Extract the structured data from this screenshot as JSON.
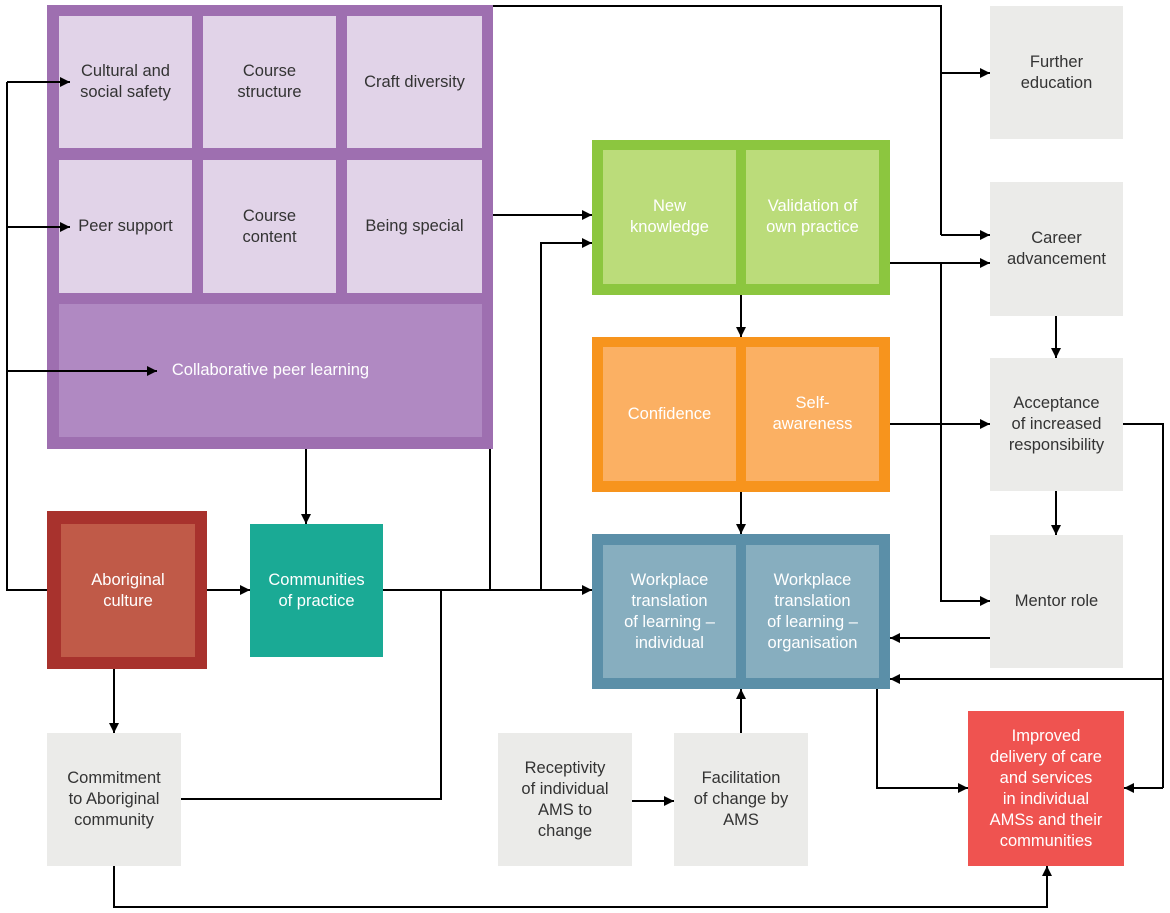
{
  "diagram": {
    "purple_group": {
      "cultural_social_safety": "Cultural and\nsocial safety",
      "course_structure": "Course\nstructure",
      "craft_diversity": "Craft diversity",
      "peer_support": "Peer support",
      "course_content": "Course\ncontent",
      "being_special": "Being special",
      "collaborative_peer_learning": "Collaborative peer learning"
    },
    "green_group": {
      "new_knowledge": "New\nknowledge",
      "validation_own_practice": "Validation of\nown practice"
    },
    "orange_group": {
      "confidence": "Confidence",
      "self_awareness": "Self-\nawareness"
    },
    "blue_group": {
      "workplace_individual": "Workplace\ntranslation\nof learning –\nindividual",
      "workplace_organisation": "Workplace\ntranslation\nof learning –\norganisation"
    },
    "aboriginal_culture": "Aboriginal\nculture",
    "communities_of_practice": "Communities\nof practice",
    "commitment_aboriginal_community": "Commitment\nto Aboriginal\ncommunity",
    "receptivity": "Receptivity\nof individual\nAMS to\nchange",
    "facilitation": "Facilitation\nof change by\nAMS",
    "further_education": "Further\neducation",
    "career_advancement": "Career\nadvancement",
    "acceptance_responsibility": "Acceptance\nof increased\nresponsibility",
    "mentor_role": "Mentor role",
    "improved_delivery": "Improved\ndelivery of care\nand services\nin individual\nAMSs and their\ncommunities"
  },
  "colors": {
    "purple_frame": "#9e6fb0",
    "green_frame": "#8cc63f",
    "orange_frame": "#f7941d",
    "blue_frame": "#5b8fa8",
    "red_frame": "#a8322d",
    "teal": "#1aaa95",
    "grey": "#ebebe9",
    "coral": "#ef5350",
    "arrow": "#000000"
  }
}
